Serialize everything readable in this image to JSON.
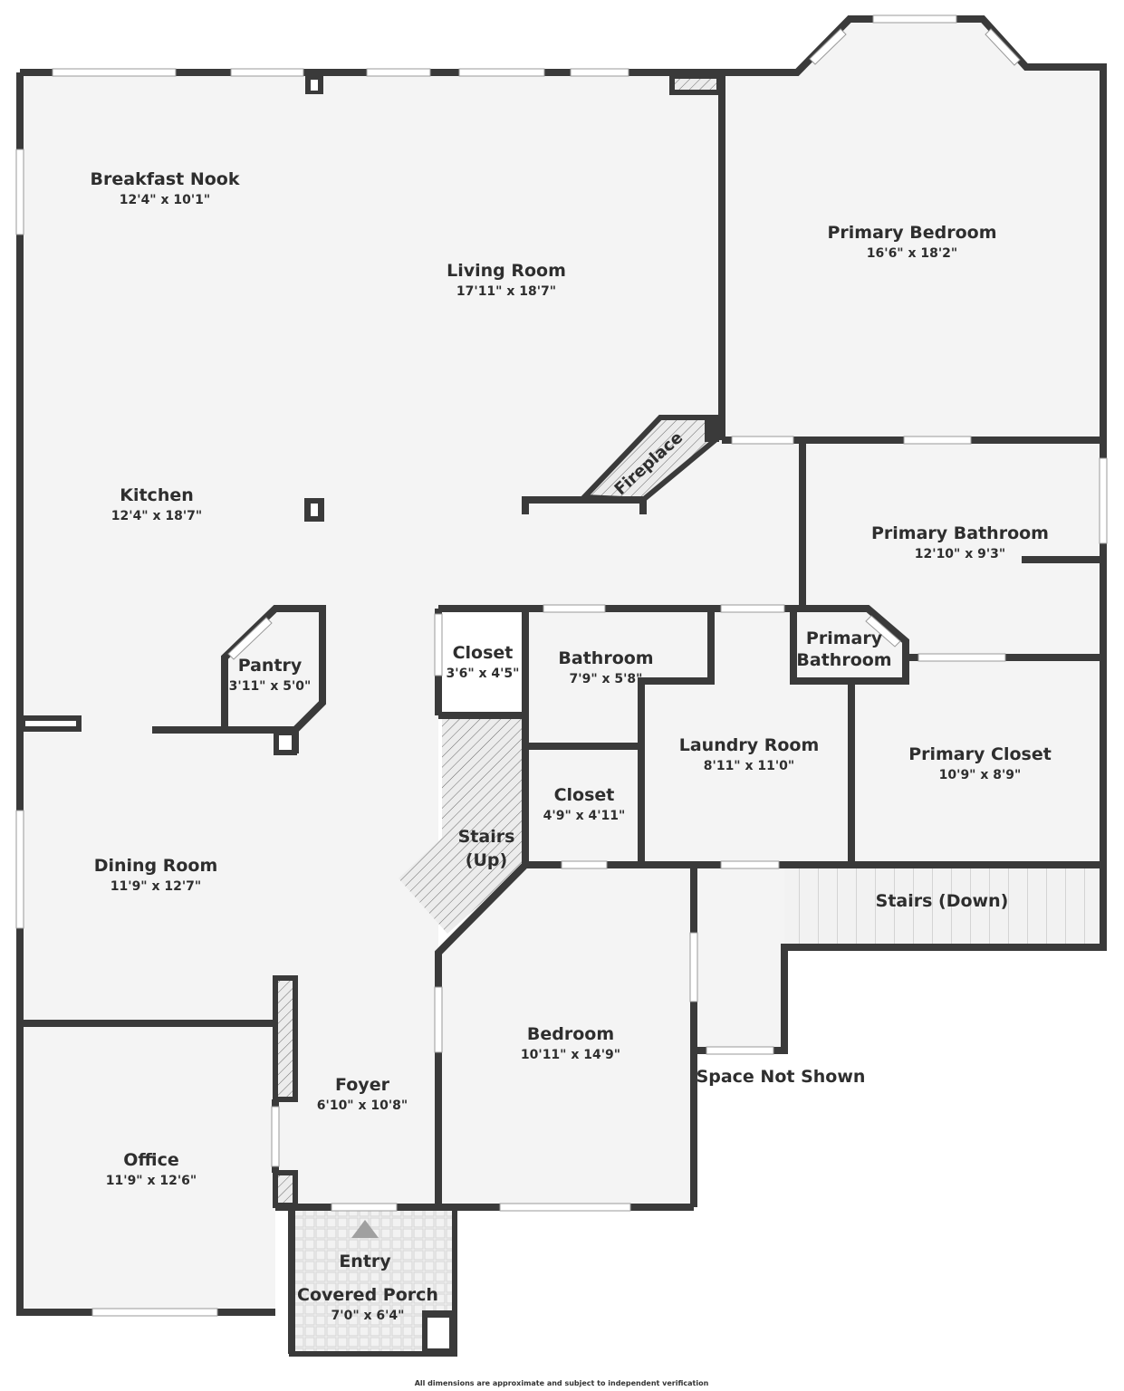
{
  "colors": {
    "wall": "#3a3a3a",
    "floor": "#f4f4f4",
    "window": "#ffffff",
    "hatch": "#6a6a6a"
  },
  "rooms": {
    "breakfast_nook": {
      "name": "Breakfast Nook",
      "dims": "12'4\" x 10'1\""
    },
    "living_room": {
      "name": "Living Room",
      "dims": "17'11\" x 18'7\""
    },
    "primary_bedroom": {
      "name": "Primary Bedroom",
      "dims": "16'6\" x 18'2\""
    },
    "kitchen": {
      "name": "Kitchen",
      "dims": "12'4\" x 18'7\""
    },
    "primary_bathroom": {
      "name": "Primary Bathroom",
      "dims": "12'10\" x 9'3\""
    },
    "primary_bathroom_small": {
      "line1": "Primary",
      "line2": "Bathroom"
    },
    "pantry": {
      "name": "Pantry",
      "dims": "3'11\" x 5'0\""
    },
    "closet_1": {
      "name": "Closet",
      "dims": "3'6\" x 4'5\""
    },
    "bathroom": {
      "name": "Bathroom",
      "dims": "7'9\" x 5'8\""
    },
    "laundry_room": {
      "name": "Laundry Room",
      "dims": "8'11\" x 11'0\""
    },
    "primary_closet": {
      "name": "Primary Closet",
      "dims": "10'9\" x 8'9\""
    },
    "closet_2": {
      "name": "Closet",
      "dims": "4'9\" x 4'11\""
    },
    "stairs_up": {
      "line1": "Stairs",
      "line2": "(Up)"
    },
    "stairs_down": {
      "name": "Stairs (Down)"
    },
    "dining_room": {
      "name": "Dining Room",
      "dims": "11'9\" x 12'7\""
    },
    "bedroom": {
      "name": "Bedroom",
      "dims": "10'11\" x 14'9\""
    },
    "foyer": {
      "name": "Foyer",
      "dims": "6'10\" x 10'8\""
    },
    "office": {
      "name": "Office",
      "dims": "11'9\" x 12'6\""
    },
    "covered_porch": {
      "name": "Covered Porch",
      "dims": "7'0\" x 6'4\""
    }
  },
  "labels": {
    "fireplace": "Fireplace",
    "entry": "Entry",
    "space_not_shown": "Space Not Shown",
    "footnote": "All dimensions are approximate and subject to independent verification"
  }
}
